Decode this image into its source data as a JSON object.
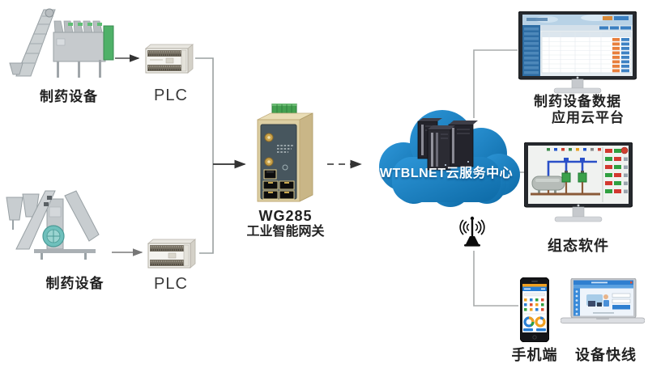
{
  "equipment": {
    "machine_top": {
      "label": "制药设备"
    },
    "machine_bottom": {
      "label": "制药设备"
    },
    "plc_top": {
      "label": "PLC"
    },
    "plc_bottom": {
      "label": "PLC"
    }
  },
  "gateway": {
    "model": "WG285",
    "name": "工业智能网关"
  },
  "cloud": {
    "label": "WTBLNET云服务中心"
  },
  "endpoints": {
    "cloud_platform": {
      "label_line1": "制药设备数据",
      "label_line2": "应用云平台"
    },
    "scada": {
      "label": "组态软件"
    },
    "mobile": {
      "label": "手机端"
    },
    "device_express": {
      "label": "设备快线"
    }
  },
  "icons": {
    "wireless": "wireless-antenna-icon",
    "servers": "server-rack-icon",
    "cloud": "cloud-icon"
  },
  "colors": {
    "cloud_blue": "#1481c8",
    "cloud_blue_dark": "#0d6aa6",
    "gateway_body": "#ddcfa3",
    "gateway_side": "#c9b687",
    "gateway_panel": "#47565e",
    "terminal_green": "#44a050",
    "machine_green": "#4fb168",
    "machine_teal": "#6fc0bc",
    "connector_gray": "#9aa0a0",
    "arrow_dark": "#333333"
  }
}
